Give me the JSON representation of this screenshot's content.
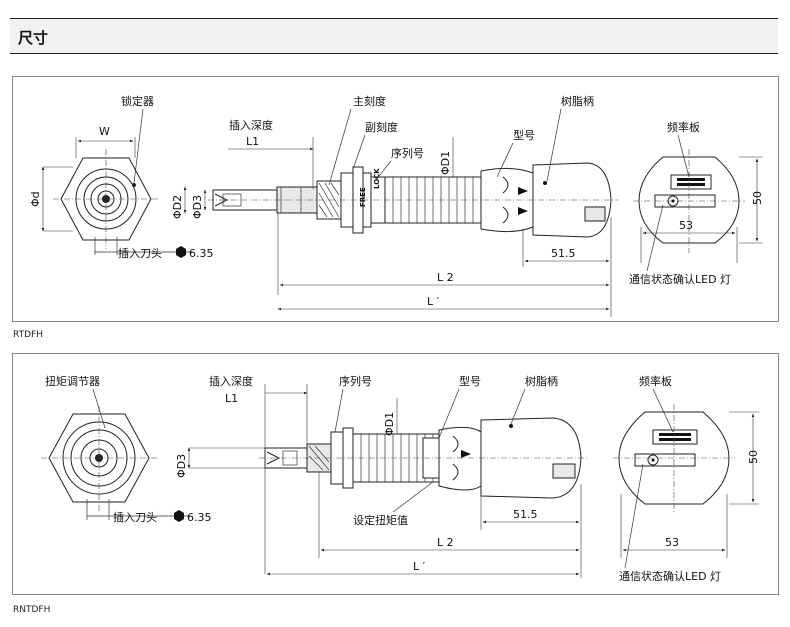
{
  "header": {
    "title": "尺寸"
  },
  "top": {
    "caption": "RTDFH",
    "labels": {
      "lock": "锁定器",
      "w": "W",
      "d": "Φd",
      "insert_depth": "插入深度",
      "l1": "L1",
      "main_scale": "主刻度",
      "sub_scale": "副刻度",
      "serial": "序列号",
      "model": "型号",
      "resin_handle": "树脂柄",
      "freq_plate": "频率板",
      "d2": "ΦD2",
      "d3": "ΦD3",
      "d1": "ΦD1",
      "bit": "插入刀头",
      "bit_size": "6.35",
      "dim_515": "51.5",
      "l2": "L 2",
      "lprime": "L ′",
      "dim_50": "50",
      "dim_53": "53",
      "led": "通信状态确认LED 灯",
      "free": "FREE",
      "lockmark": "LOCK"
    }
  },
  "bottom": {
    "caption": "RNTDFH",
    "labels": {
      "torque_adj": "扭矩调节器",
      "insert_depth": "插入深度",
      "l1": "L1",
      "serial": "序列号",
      "model": "型号",
      "resin_handle": "树脂柄",
      "freq_plate": "频率板",
      "d1": "ΦD1",
      "d3": "ΦD3",
      "bit": "插入刀头",
      "bit_size": "6.35",
      "set_torque": "设定扭矩值",
      "dim_515": "51.5",
      "l2": "L 2",
      "lprime": "L ′",
      "dim_50": "50",
      "dim_53": "53",
      "led": "通信状态确认LED 灯"
    }
  }
}
